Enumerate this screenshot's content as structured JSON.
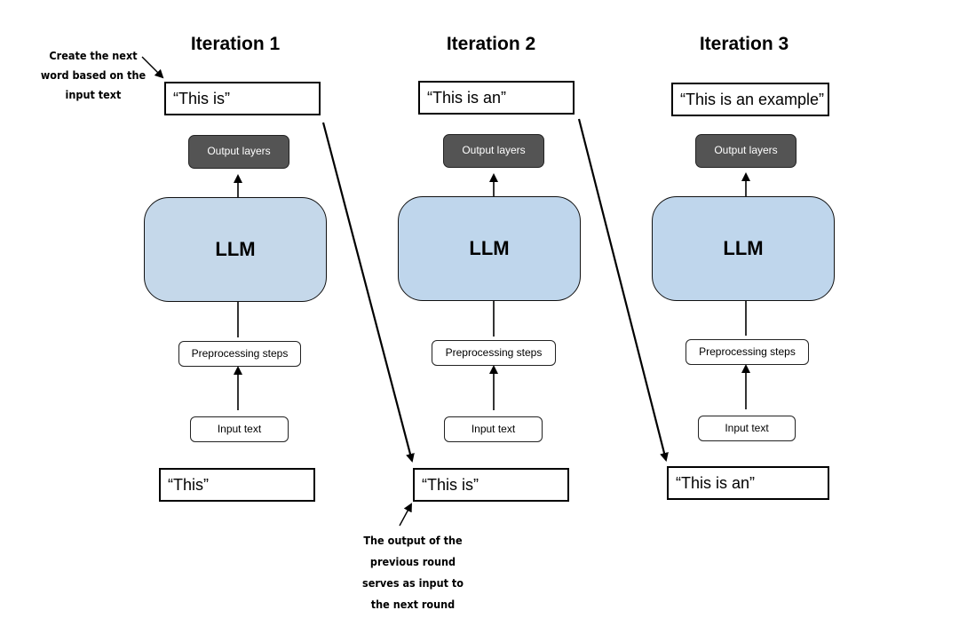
{
  "iterations": [
    {
      "title": "Iteration 1",
      "output_text": "“This is”",
      "output_layers": "Output layers",
      "model": "LLM",
      "preprocessing": "Preprocessing steps",
      "input_label": "Input text",
      "input_value": "“This”"
    },
    {
      "title": "Iteration 2",
      "output_text": "“This is an”",
      "output_layers": "Output layers",
      "model": "LLM",
      "preprocessing": "Preprocessing steps",
      "input_label": "Input text",
      "input_value": "“This is”"
    },
    {
      "title": "Iteration 3",
      "output_text": "“This is an example”",
      "output_layers": "Output layers",
      "model": "LLM",
      "preprocessing": "Preprocessing steps",
      "input_label": "Input text",
      "input_value": "“This is an”"
    }
  ],
  "annotations": {
    "create_next_word": [
      "Create the next",
      "word based on the",
      "input text"
    ],
    "output_previous_round": [
      "The output of the",
      "previous round",
      "serves as input to",
      "the next round"
    ]
  }
}
